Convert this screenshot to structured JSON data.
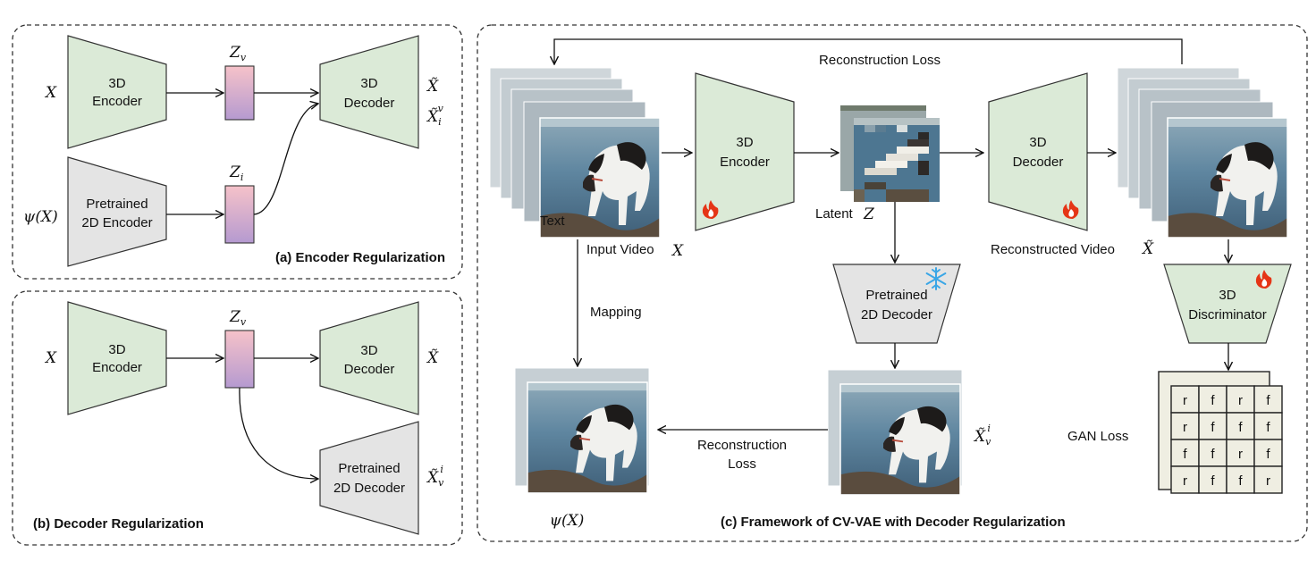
{
  "panel_a": {
    "title": "(a) Encoder Regularization",
    "input_x": "X",
    "input_psi": "ψ(X)",
    "encoder": [
      "3D",
      "Encoder"
    ],
    "pretrained_encoder": [
      "Pretrained",
      "2D Encoder"
    ],
    "zv": "Z",
    "zv_sub": "v",
    "zi": "Z",
    "zi_sub": "i",
    "decoder": [
      "3D",
      "Decoder"
    ],
    "out1": "X̃",
    "out2": "X̃",
    "out2_sub": "i",
    "out2_sup": "v"
  },
  "panel_b": {
    "title": "(b) Decoder Regularization",
    "input_x": "X",
    "encoder": [
      "3D",
      "Encoder"
    ],
    "zv": "Z",
    "zv_sub": "v",
    "decoder": [
      "3D",
      "Decoder"
    ],
    "pretrained_decoder": [
      "Pretrained",
      "2D Decoder"
    ],
    "out1": "X̃",
    "out2": "X̃",
    "out2_sub": "v",
    "out2_sup": "i"
  },
  "panel_c": {
    "title": "(c)  Framework of CV-VAE with Decoder Regularization",
    "reconstruction_loss_top": "Reconstruction Loss",
    "text_overlay": "Text",
    "input_video": "Input Video",
    "input_video_sym": "X",
    "encoder": [
      "3D",
      "Encoder"
    ],
    "latent": "Latent",
    "latent_sym": "Z",
    "decoder": [
      "3D",
      "Decoder"
    ],
    "reconstructed_video": "Reconstructed Video",
    "reconstructed_sym": "X̃",
    "pretrained_decoder": [
      "Pretrained",
      "2D Decoder"
    ],
    "discriminator": [
      "3D",
      "Discriminator"
    ],
    "mapping": "Mapping",
    "psi": "ψ(X)",
    "reconstruction_loss_bottom": [
      "Reconstruction",
      "Loss"
    ],
    "xv_sym": "X̃",
    "xv_sub": "v",
    "xv_sup": "i",
    "gan_loss": "GAN Loss",
    "grid": [
      [
        "r",
        "f",
        "r",
        "f"
      ],
      [
        "r",
        "f",
        "f",
        "f"
      ],
      [
        "f",
        "f",
        "r",
        "f"
      ],
      [
        "r",
        "f",
        "f",
        "r"
      ]
    ]
  },
  "colors": {
    "trainable_fill": "#dbead7",
    "frozen_fill": "#e4e4e4",
    "latent_top": "#f6c2c9",
    "latent_bottom": "#b59ad0",
    "fire": "#e53516",
    "snow": "#3aa6e6",
    "grid_fill": "#efeee2"
  }
}
